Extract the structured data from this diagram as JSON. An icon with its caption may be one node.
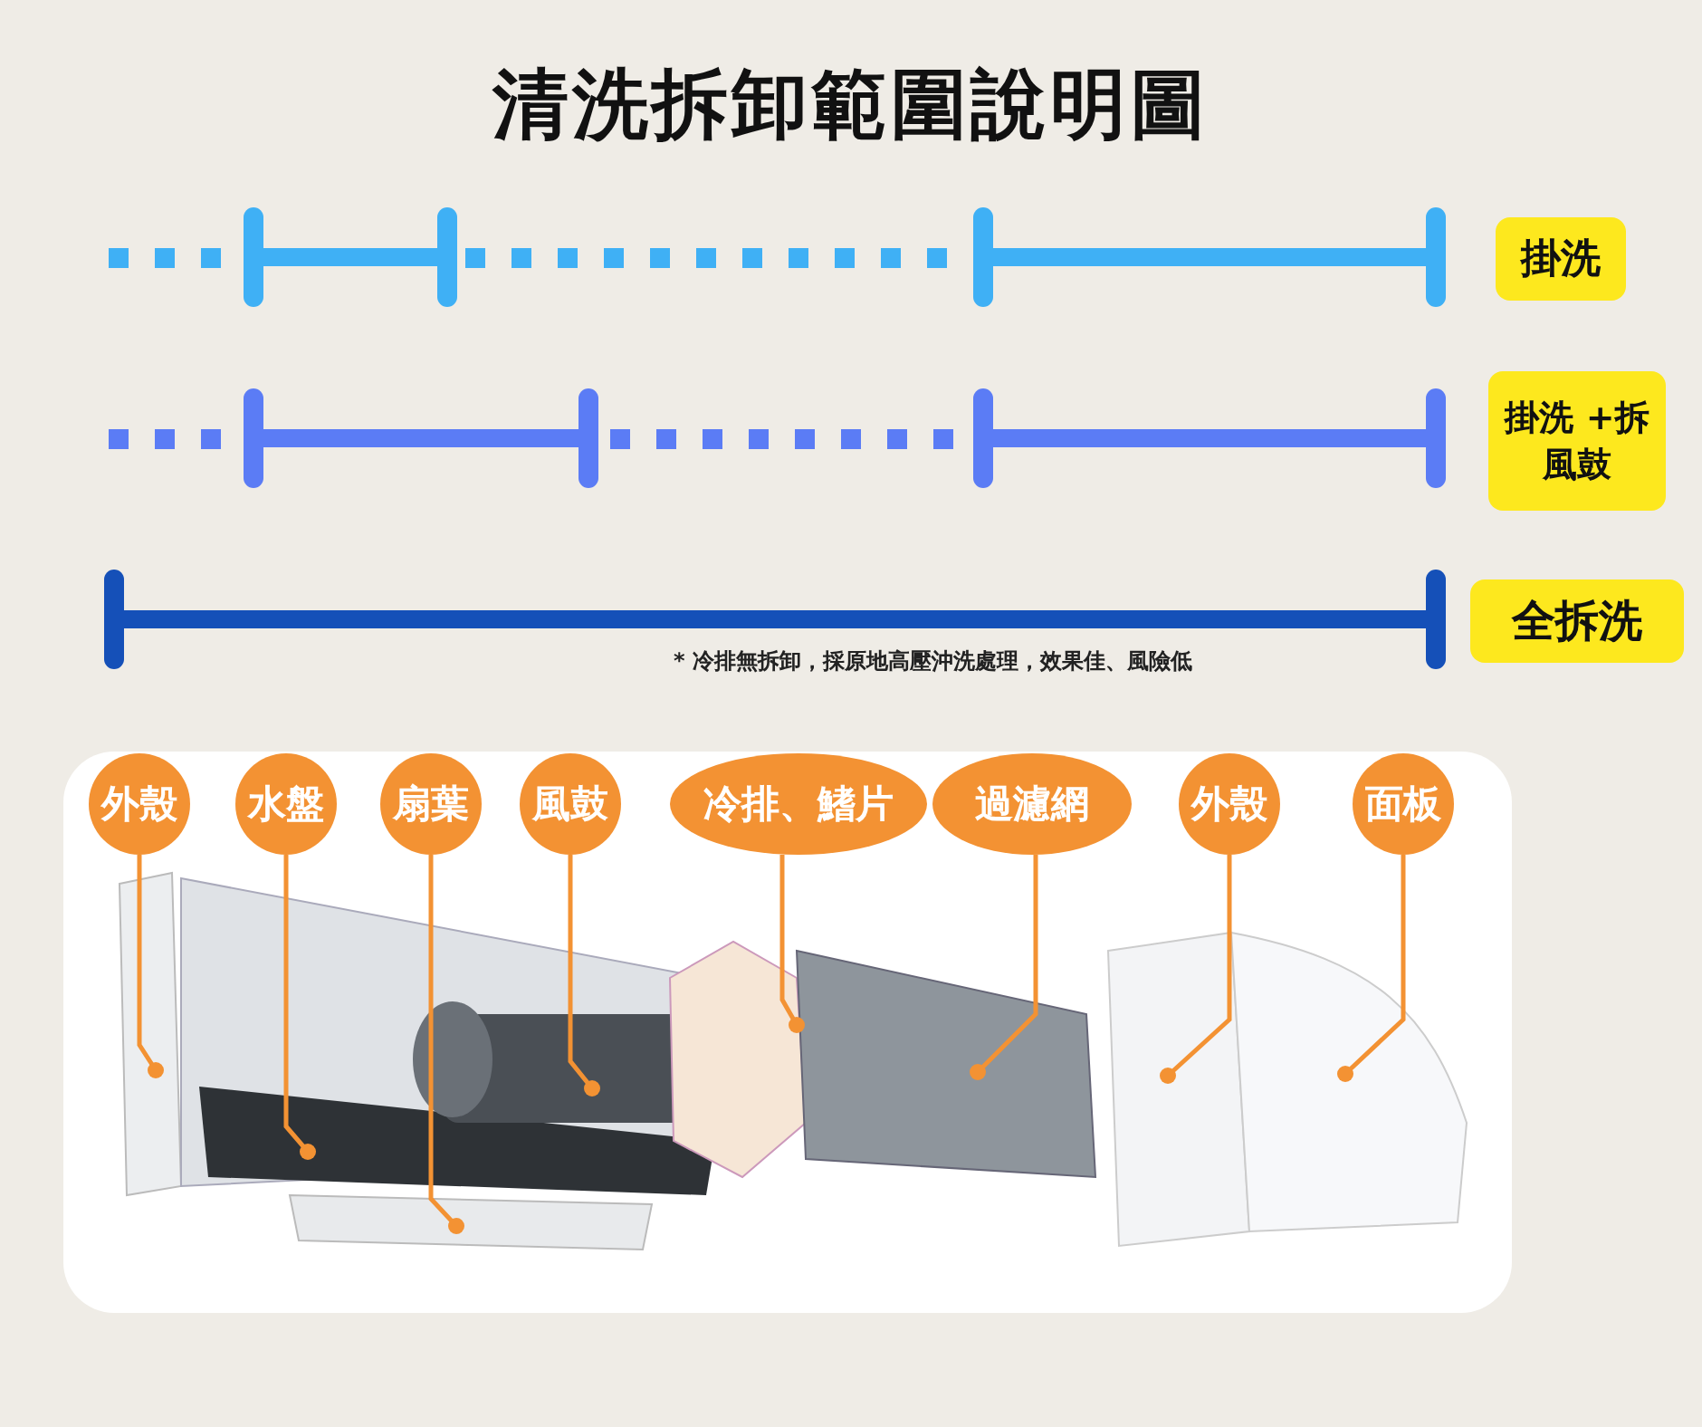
{
  "diagram": {
    "title": "清洗拆卸範圍說明圖",
    "nodes": [
      {
        "text": [
          "掛洗"
        ]
      },
      {
        "text": [
          "掛洗 +拆風鼓"
        ]
      },
      {
        "text": [
          "全拆洗"
        ]
      },
      {
        "text": [
          "外殼"
        ]
      },
      {
        "text": [
          "水盤"
        ]
      },
      {
        "text": [
          "扇葉"
        ]
      },
      {
        "text": [
          "風鼓"
        ]
      },
      {
        "text": [
          "冷排、鰭片"
        ]
      },
      {
        "text": [
          "過濾網"
        ]
      },
      {
        "text": [
          "外殼"
        ]
      },
      {
        "text": [
          "面板"
        ]
      }
    ],
    "edges": [
      {
        "from": 3,
        "to": null,
        "arrow": "other"
      },
      {
        "from": 4,
        "to": null,
        "arrow": "other"
      },
      {
        "from": 5,
        "to": null,
        "arrow": "other"
      },
      {
        "from": 6,
        "to": null,
        "arrow": "other"
      },
      {
        "from": 7,
        "to": null,
        "arrow": "other"
      },
      {
        "from": 8,
        "to": null,
        "arrow": "other"
      },
      {
        "from": 9,
        "to": null,
        "arrow": "other"
      },
      {
        "from": 10,
        "to": null,
        "arrow": "other"
      }
    ],
    "labels": [
      "* 冷排無拆卸，採原地高壓沖洗處理，效果佳、風險低"
    ]
  }
}
